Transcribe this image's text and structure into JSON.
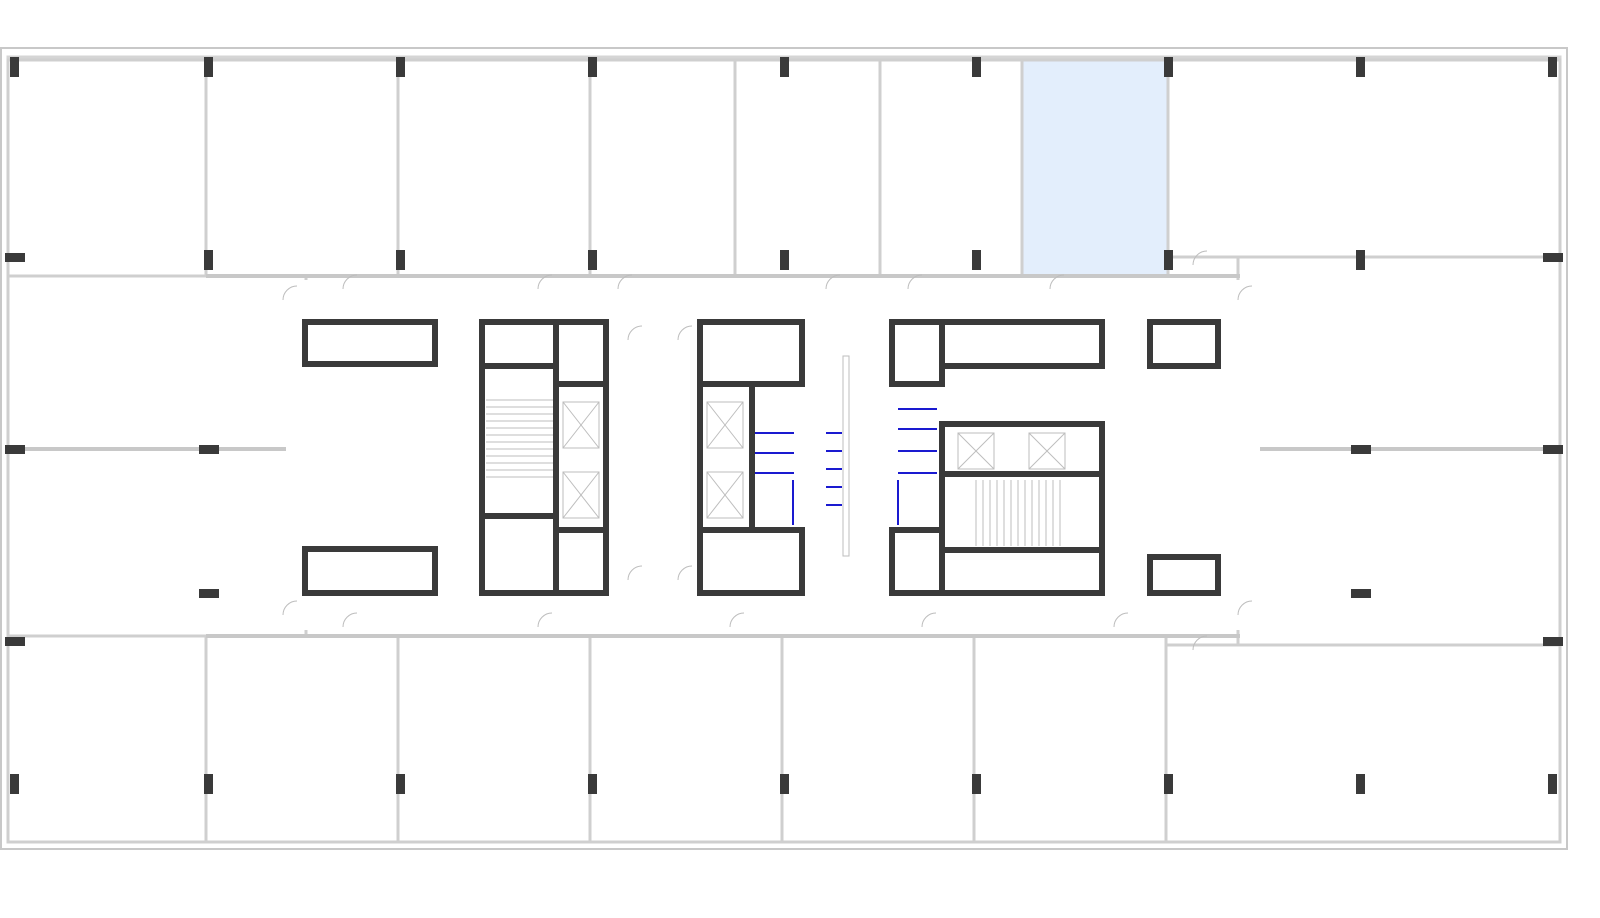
{
  "plan": {
    "colors": {
      "selected_room": "#e3eefc",
      "structure": "#3a3a3a",
      "partition": "#c8c8c8",
      "toilet_partition": "#1a1ad0",
      "background": "#ffffff"
    },
    "selected_room": "top-room-7",
    "icons": [
      "column",
      "door-swing",
      "elevator",
      "stair",
      "toilet",
      "washbasin"
    ]
  }
}
